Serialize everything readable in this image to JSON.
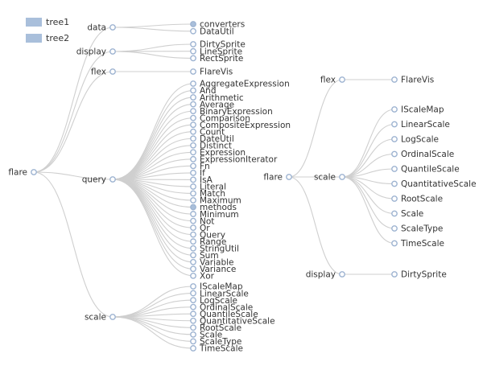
{
  "legend": [
    {
      "label": "tree1",
      "color": "#a9bfdb"
    },
    {
      "label": "tree2",
      "color": "#a9bfdb"
    }
  ],
  "colors": {
    "link": "#cfcfcf",
    "node_stroke": "#9db3d1",
    "node_fill_collapsed": "#a9bfdb",
    "node_fill_leaf": "#ffffff",
    "text": "#333333"
  },
  "tree1": {
    "name": "flare",
    "children": [
      {
        "name": "data",
        "children": [
          {
            "name": "converters",
            "collapsed": true
          },
          {
            "name": "DataUtil"
          }
        ]
      },
      {
        "name": "display",
        "children": [
          {
            "name": "DirtySprite"
          },
          {
            "name": "LineSprite"
          },
          {
            "name": "RectSprite"
          }
        ]
      },
      {
        "name": "flex",
        "children": [
          {
            "name": "FlareVis"
          }
        ]
      },
      {
        "name": "query",
        "children": [
          {
            "name": "AggregateExpression"
          },
          {
            "name": "And"
          },
          {
            "name": "Arithmetic"
          },
          {
            "name": "Average"
          },
          {
            "name": "BinaryExpression"
          },
          {
            "name": "Comparison"
          },
          {
            "name": "CompositeExpression"
          },
          {
            "name": "Count"
          },
          {
            "name": "DateUtil"
          },
          {
            "name": "Distinct"
          },
          {
            "name": "Expression"
          },
          {
            "name": "ExpressionIterator"
          },
          {
            "name": "Fn"
          },
          {
            "name": "If"
          },
          {
            "name": "IsA"
          },
          {
            "name": "Literal"
          },
          {
            "name": "Match"
          },
          {
            "name": "Maximum"
          },
          {
            "name": "methods",
            "collapsed": true
          },
          {
            "name": "Minimum"
          },
          {
            "name": "Not"
          },
          {
            "name": "Or"
          },
          {
            "name": "Query"
          },
          {
            "name": "Range"
          },
          {
            "name": "StringUtil"
          },
          {
            "name": "Sum"
          },
          {
            "name": "Variable"
          },
          {
            "name": "Variance"
          },
          {
            "name": "Xor"
          }
        ]
      },
      {
        "name": "scale",
        "children": [
          {
            "name": "IScaleMap"
          },
          {
            "name": "LinearScale"
          },
          {
            "name": "LogScale"
          },
          {
            "name": "OrdinalScale"
          },
          {
            "name": "QuantileScale"
          },
          {
            "name": "QuantitativeScale"
          },
          {
            "name": "RootScale"
          },
          {
            "name": "Scale"
          },
          {
            "name": "ScaleType"
          },
          {
            "name": "TimeScale"
          }
        ]
      }
    ]
  },
  "tree2": {
    "name": "flare",
    "children": [
      {
        "name": "flex",
        "children": [
          {
            "name": "FlareVis"
          }
        ]
      },
      {
        "name": "scale",
        "children": [
          {
            "name": "IScaleMap"
          },
          {
            "name": "LinearScale"
          },
          {
            "name": "LogScale"
          },
          {
            "name": "OrdinalScale"
          },
          {
            "name": "QuantileScale"
          },
          {
            "name": "QuantitativeScale"
          },
          {
            "name": "RootScale"
          },
          {
            "name": "Scale"
          },
          {
            "name": "ScaleType"
          },
          {
            "name": "TimeScale"
          }
        ]
      },
      {
        "name": "display",
        "children": [
          {
            "name": "DirtySprite"
          }
        ]
      }
    ]
  }
}
